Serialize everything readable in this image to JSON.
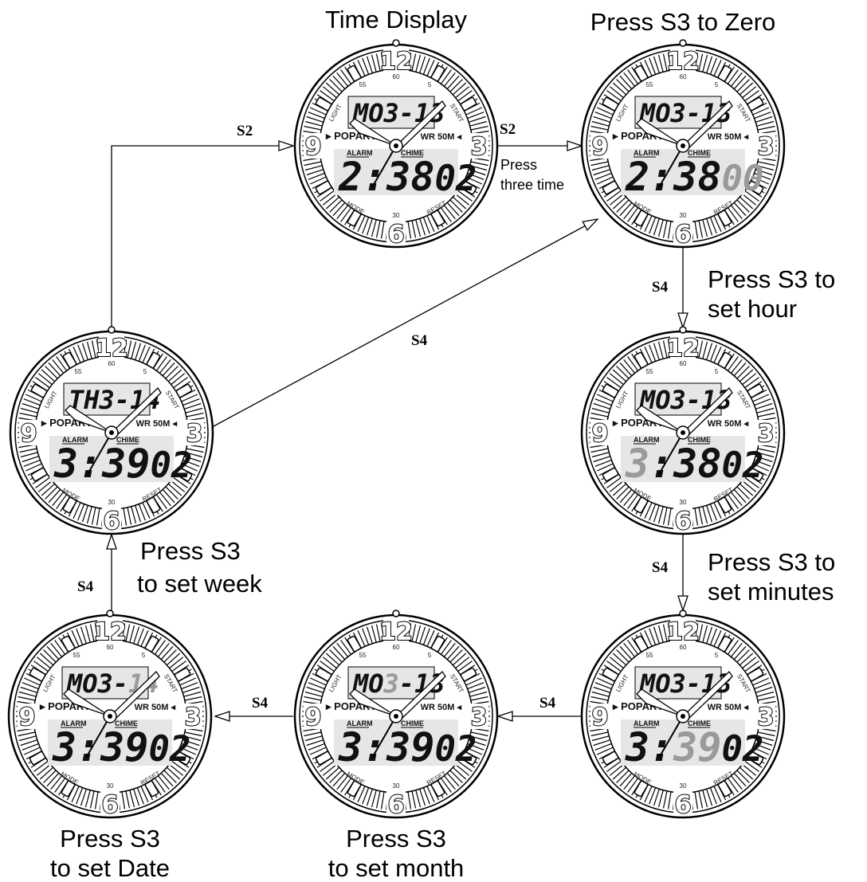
{
  "captions": {
    "time_display": "Time Display",
    "zero": "Press S3 to Zero",
    "set_hour_1": "Press S3 to",
    "set_hour_2": "set hour",
    "set_minutes_1": "Press S3 to",
    "set_minutes_2": "set minutes",
    "set_month_1": "Press S3",
    "set_month_2": "to set month",
    "set_date_1": "Press S3",
    "set_date_2": "to set Date",
    "set_week_1": "Press S3",
    "set_week_2": "to set week",
    "press_three_1": "Press",
    "press_three_2": "three time"
  },
  "buttons": {
    "s2": "S2",
    "s4": "S4"
  },
  "dial": {
    "n12": "12",
    "n3": "3",
    "n6": "6",
    "n9": "9",
    "min60": "60",
    "min30": "30",
    "min5": "5",
    "min55": "55",
    "brand": "POPART",
    "wr": "WR 50M",
    "alarm": "ALARM",
    "chime": "CHIME",
    "light": "LIGHT",
    "start": "START",
    "mode": "MODE",
    "reset": "RESET"
  },
  "watches": [
    {
      "id": "time-display",
      "day": "MO",
      "date": "3-13",
      "hm": "2:38",
      "sec": "02",
      "highlight": "none"
    },
    {
      "id": "zero",
      "day": "MO",
      "date": "3-13",
      "hm": "2:38",
      "sec": "00",
      "highlight": "sec"
    },
    {
      "id": "set-hour",
      "day": "MO",
      "date": "3-13",
      "hm": "3:38",
      "sec": "02",
      "highlight": "hour"
    },
    {
      "id": "set-minutes",
      "day": "MO",
      "date": "3-13",
      "hm": "3:39",
      "sec": "02",
      "highlight": "min"
    },
    {
      "id": "set-month",
      "day": "MO",
      "date": "3-13",
      "hm": "3:39",
      "sec": "02",
      "highlight": "month"
    },
    {
      "id": "set-date",
      "day": "MO",
      "date": "3-14",
      "hm": "3:39",
      "sec": "02",
      "highlight": "date"
    },
    {
      "id": "set-week",
      "day": "TH",
      "date": "3-14",
      "hm": "3:39",
      "sec": "02",
      "highlight": "none"
    }
  ]
}
